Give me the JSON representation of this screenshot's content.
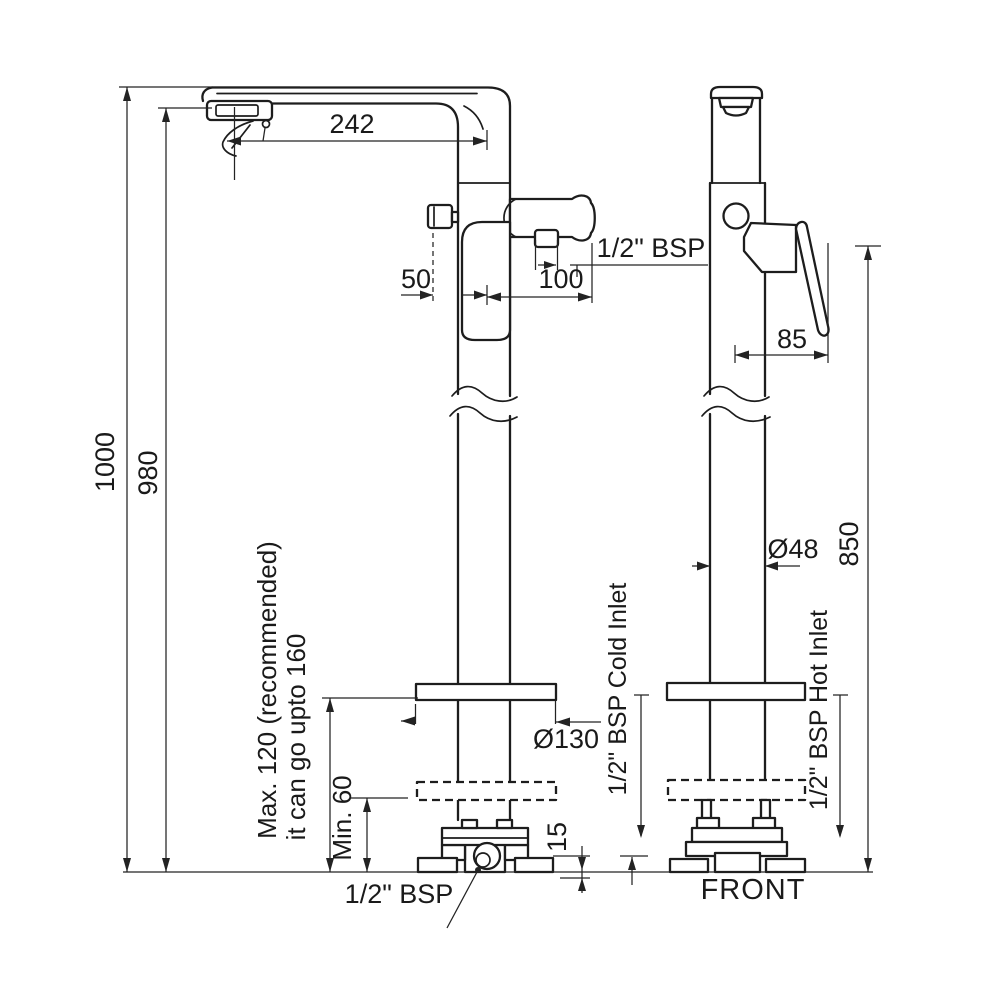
{
  "labels": {
    "spout_reach": "242",
    "overall_height": "1000",
    "spout_outlet_height": "980",
    "diverter_dim": "50",
    "handshower_dim": "100",
    "handshower_connection": "1/2\" BSP",
    "lever_dim": "85",
    "column_diameter": "Ø48",
    "lever_height": "850",
    "flange_diameter": "Ø130",
    "min_clearance": "Min. 60",
    "max_clearance_line1": "Max. 120 (recommended)",
    "max_clearance_line2": "it can go upto 160",
    "cold_inlet": "1/2\" BSP Cold Inlet",
    "hot_inlet": "1/2\" BSP Hot Inlet",
    "base_plate_height": "15",
    "floor_connection": "1/2\" BSP",
    "view_label": "FRONT"
  },
  "colors": {
    "line": "#1d1d1d",
    "dimension": "#232323",
    "text": "#1a1a1a",
    "background": "#ffffff"
  }
}
